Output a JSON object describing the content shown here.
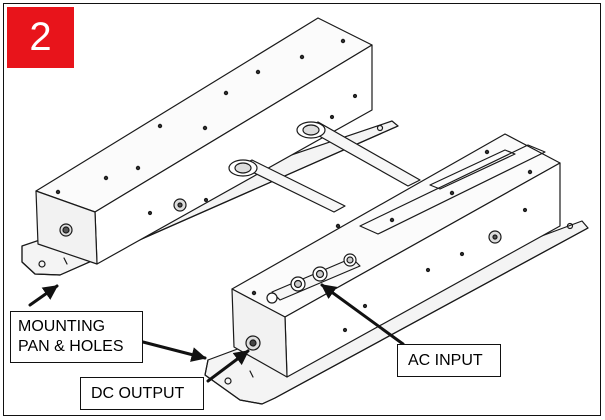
{
  "step": {
    "number": "2"
  },
  "callouts": {
    "mounting": {
      "line1": "MOUNTING",
      "line2": "PAN & HOLES"
    },
    "ac_input": "AC INPUT",
    "dc_output": "DC OUTPUT"
  },
  "colors": {
    "badge": "#e8141b",
    "outline": "#111111"
  }
}
